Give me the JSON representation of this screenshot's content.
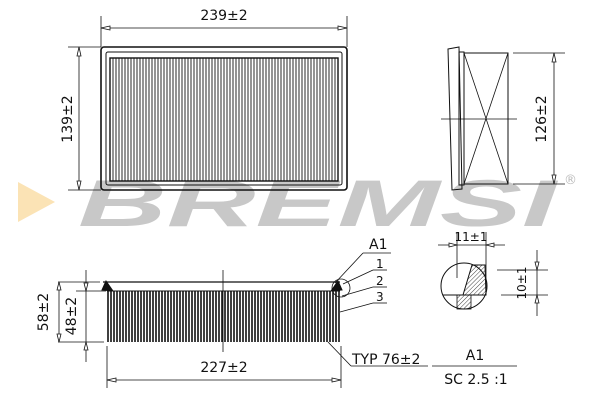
{
  "drawing": {
    "type": "technical drawing - panel air filter",
    "top_view": {
      "width_dim": "239±2",
      "height_dim": "139±2"
    },
    "side_view": {
      "height_dim": "126±2"
    },
    "front_view": {
      "overall_height_dim": "58±2",
      "pleat_height_dim": "48±2",
      "length_dim": "227±2",
      "pleat_count_note": "TYP 76±2"
    },
    "detail": {
      "callout": "A1",
      "items": [
        "1",
        "2",
        "3"
      ],
      "width_dim": "11±1",
      "height_dim": "10±1",
      "title": "A1",
      "scale": "SC 2.5 :1"
    }
  },
  "watermark": {
    "brand": "BREMSI",
    "registered": "®",
    "brand_color": "#c8c8c8",
    "arrow_color": "#fbe3b5"
  },
  "colors": {
    "line": "#111111",
    "background": "#ffffff"
  }
}
